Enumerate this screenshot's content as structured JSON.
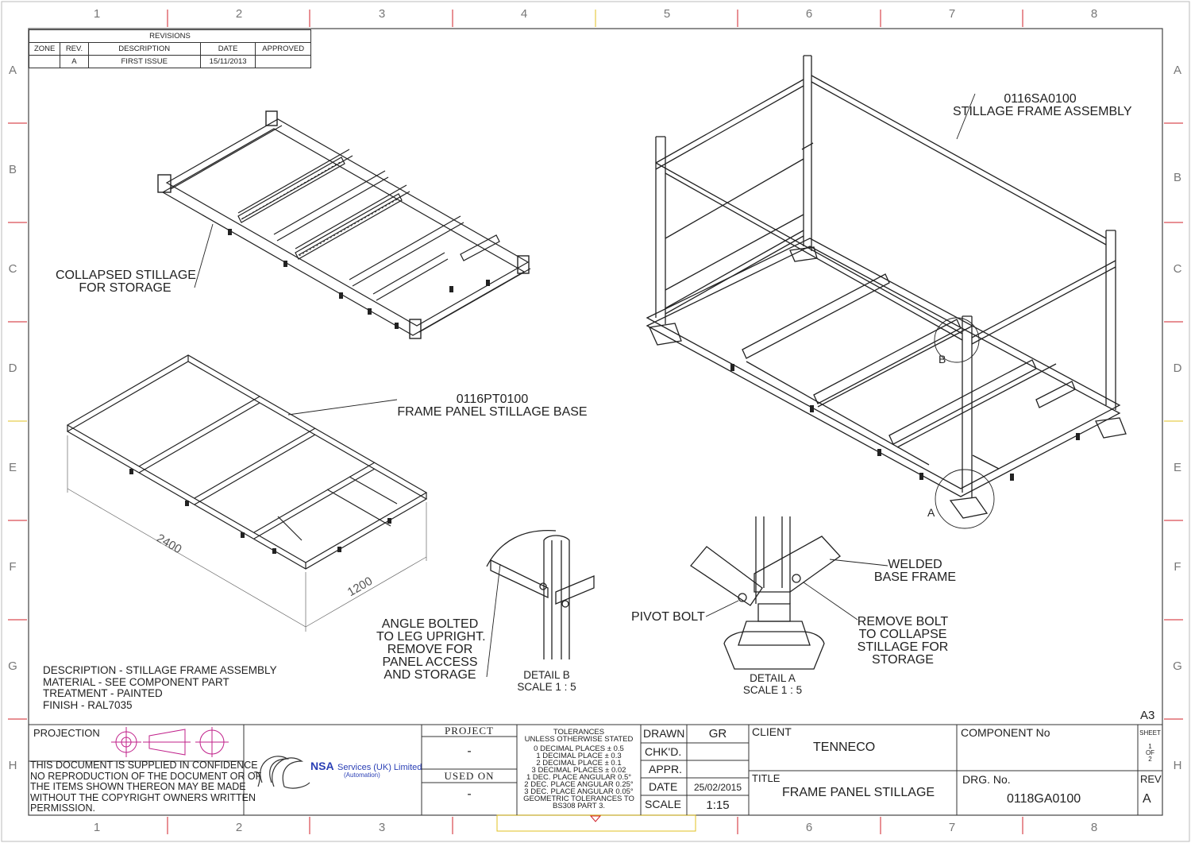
{
  "zones": {
    "columns": [
      "1",
      "2",
      "3",
      "4",
      "5",
      "6",
      "7",
      "8"
    ],
    "rows": [
      "A",
      "B",
      "C",
      "D",
      "E",
      "F",
      "G",
      "H"
    ]
  },
  "revisions": {
    "title": "REVISIONS",
    "headers": [
      "ZONE",
      "REV.",
      "DESCRIPTION",
      "DATE",
      "APPROVED"
    ],
    "rows": [
      [
        "",
        "A",
        "FIRST ISSUE",
        "15/11/2013",
        ""
      ]
    ]
  },
  "callouts": {
    "collapsed": [
      "COLLAPSED STILLAGE",
      "FOR STORAGE"
    ],
    "base": [
      "0116PT0100",
      "FRAME PANEL STILLAGE BASE"
    ],
    "assembly": [
      "0116SA0100",
      "STILLAGE FRAME ASSEMBLY"
    ],
    "angle": [
      "ANGLE BOLTED",
      "TO LEG UPRIGHT.",
      "REMOVE FOR",
      "PANEL ACCESS",
      "AND STORAGE"
    ],
    "welded": [
      "WELDED",
      "BASE FRAME"
    ],
    "pivot": "PIVOT BOLT",
    "remove_bolt": [
      "REMOVE BOLT",
      "TO COLLAPSE",
      "STILLAGE FOR",
      "STORAGE"
    ],
    "detail_b": [
      "DETAIL B",
      "SCALE 1 : 5"
    ],
    "detail_a": [
      "DETAIL A",
      "SCALE 1 : 5"
    ],
    "marker_a": "A",
    "marker_b": "B",
    "dim_length": "2400",
    "dim_width": "1200"
  },
  "notes": [
    "DESCRIPTION - STILLAGE FRAME ASSEMBLY",
    "MATERIAL - SEE COMPONENT PART",
    "TREATMENT - PAINTED",
    "FINISH - RAL7035"
  ],
  "sheet_size": "A3",
  "title_block": {
    "projection_label": "PROJECTION",
    "confidence": [
      "THIS DOCUMENT IS SUPPLIED IN CONFIDENCE",
      "NO REPRODUCTION OF THE DOCUMENT OR OF",
      "THE ITEMS SHOWN THEREON MAY BE MADE",
      "WITHOUT THE COPYRIGHT OWNERS WRITTEN",
      "PERMISSION."
    ],
    "company_name": "NSA",
    "company_rest": "Services (UK) Limited",
    "company_sub": "(Automation)",
    "project_label": "PROJECT",
    "project_value": "-",
    "used_on_label": "USED  ON",
    "used_on_value": "-",
    "tolerances": [
      "TOLERANCES",
      "UNLESS OTHERWISE STATED",
      "0 DECIMAL PLACES ± 0.5",
      "1 DECIMAL PLACE  ± 0.3",
      "2 DECIMAL PLACE ± 0.1",
      "3 DECIMAL PLACES ± 0.02",
      "1 DEC. PLACE ANGULAR 0.5°",
      "2 DEC. PLACE ANGULAR 0.25°",
      "3 DEC. PLACE ANGULAR 0.05°",
      "GEOMETRIC TOLERANCES TO",
      "BS308 PART 3."
    ],
    "drawn_label": "DRAWN",
    "drawn_value": "GR",
    "checked_label": "CHK'D.",
    "approved_label": "APPR.",
    "date_label": "DATE",
    "date_value": "25/02/2015",
    "scale_label": "SCALE",
    "scale_value": "1:15",
    "client_label": "CLIENT",
    "client_value": "TENNECO",
    "title_label": "TITLE",
    "title_value": "FRAME PANEL STILLAGE",
    "component_label": "COMPONENT No",
    "drg_label": "DRG. No.",
    "drg_value": "0118GA0100",
    "sheet_label": "SHEET",
    "sheet_value": [
      "1",
      "OF",
      "2"
    ],
    "rev_label": "REV",
    "rev_value": "A"
  },
  "colors": {
    "line": "#222222",
    "zone_tick": "#d0202a",
    "projection_symbol": "#c0208a",
    "company_text": "#2a3fb5"
  }
}
